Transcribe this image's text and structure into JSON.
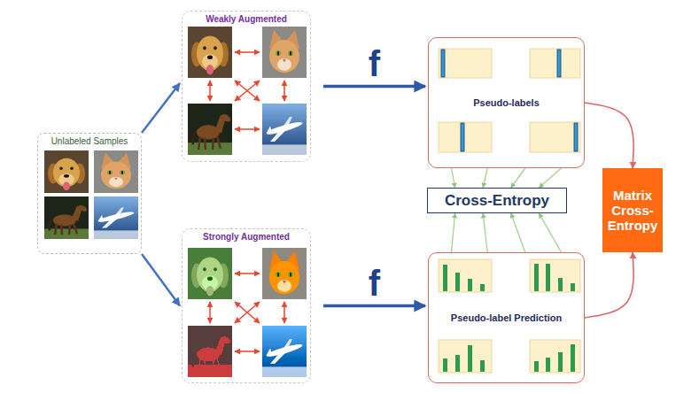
{
  "diagram": {
    "nodes": [
      {
        "text": [
          "Unlabeled Samples"
        ]
      },
      {
        "text": [
          "Weakly Augmented"
        ]
      },
      {
        "text": [
          "Strongly Augmented"
        ]
      },
      {
        "text": [
          "Pseudo-labels"
        ]
      },
      {
        "text": [
          "Cross-Entropy"
        ]
      },
      {
        "text": [
          "Pseudo-label Prediction"
        ]
      },
      {
        "text": [
          "Matrix Cross-Entropy"
        ]
      }
    ],
    "edges": [
      {
        "from": 0,
        "to": 1,
        "arrow": "to"
      },
      {
        "from": 0,
        "to": 2,
        "arrow": "to"
      },
      {
        "from": 1,
        "to": 3,
        "label": "f",
        "arrow": "to"
      },
      {
        "from": 2,
        "to": 5,
        "label": "f",
        "arrow": "to"
      },
      {
        "from": 3,
        "to": 4,
        "arrow": "to"
      },
      {
        "from": 5,
        "to": 4,
        "arrow": "to"
      },
      {
        "from": 3,
        "to": 6,
        "arrow": "to"
      },
      {
        "from": 5,
        "to": 6,
        "arrow": "to"
      }
    ]
  }
}
